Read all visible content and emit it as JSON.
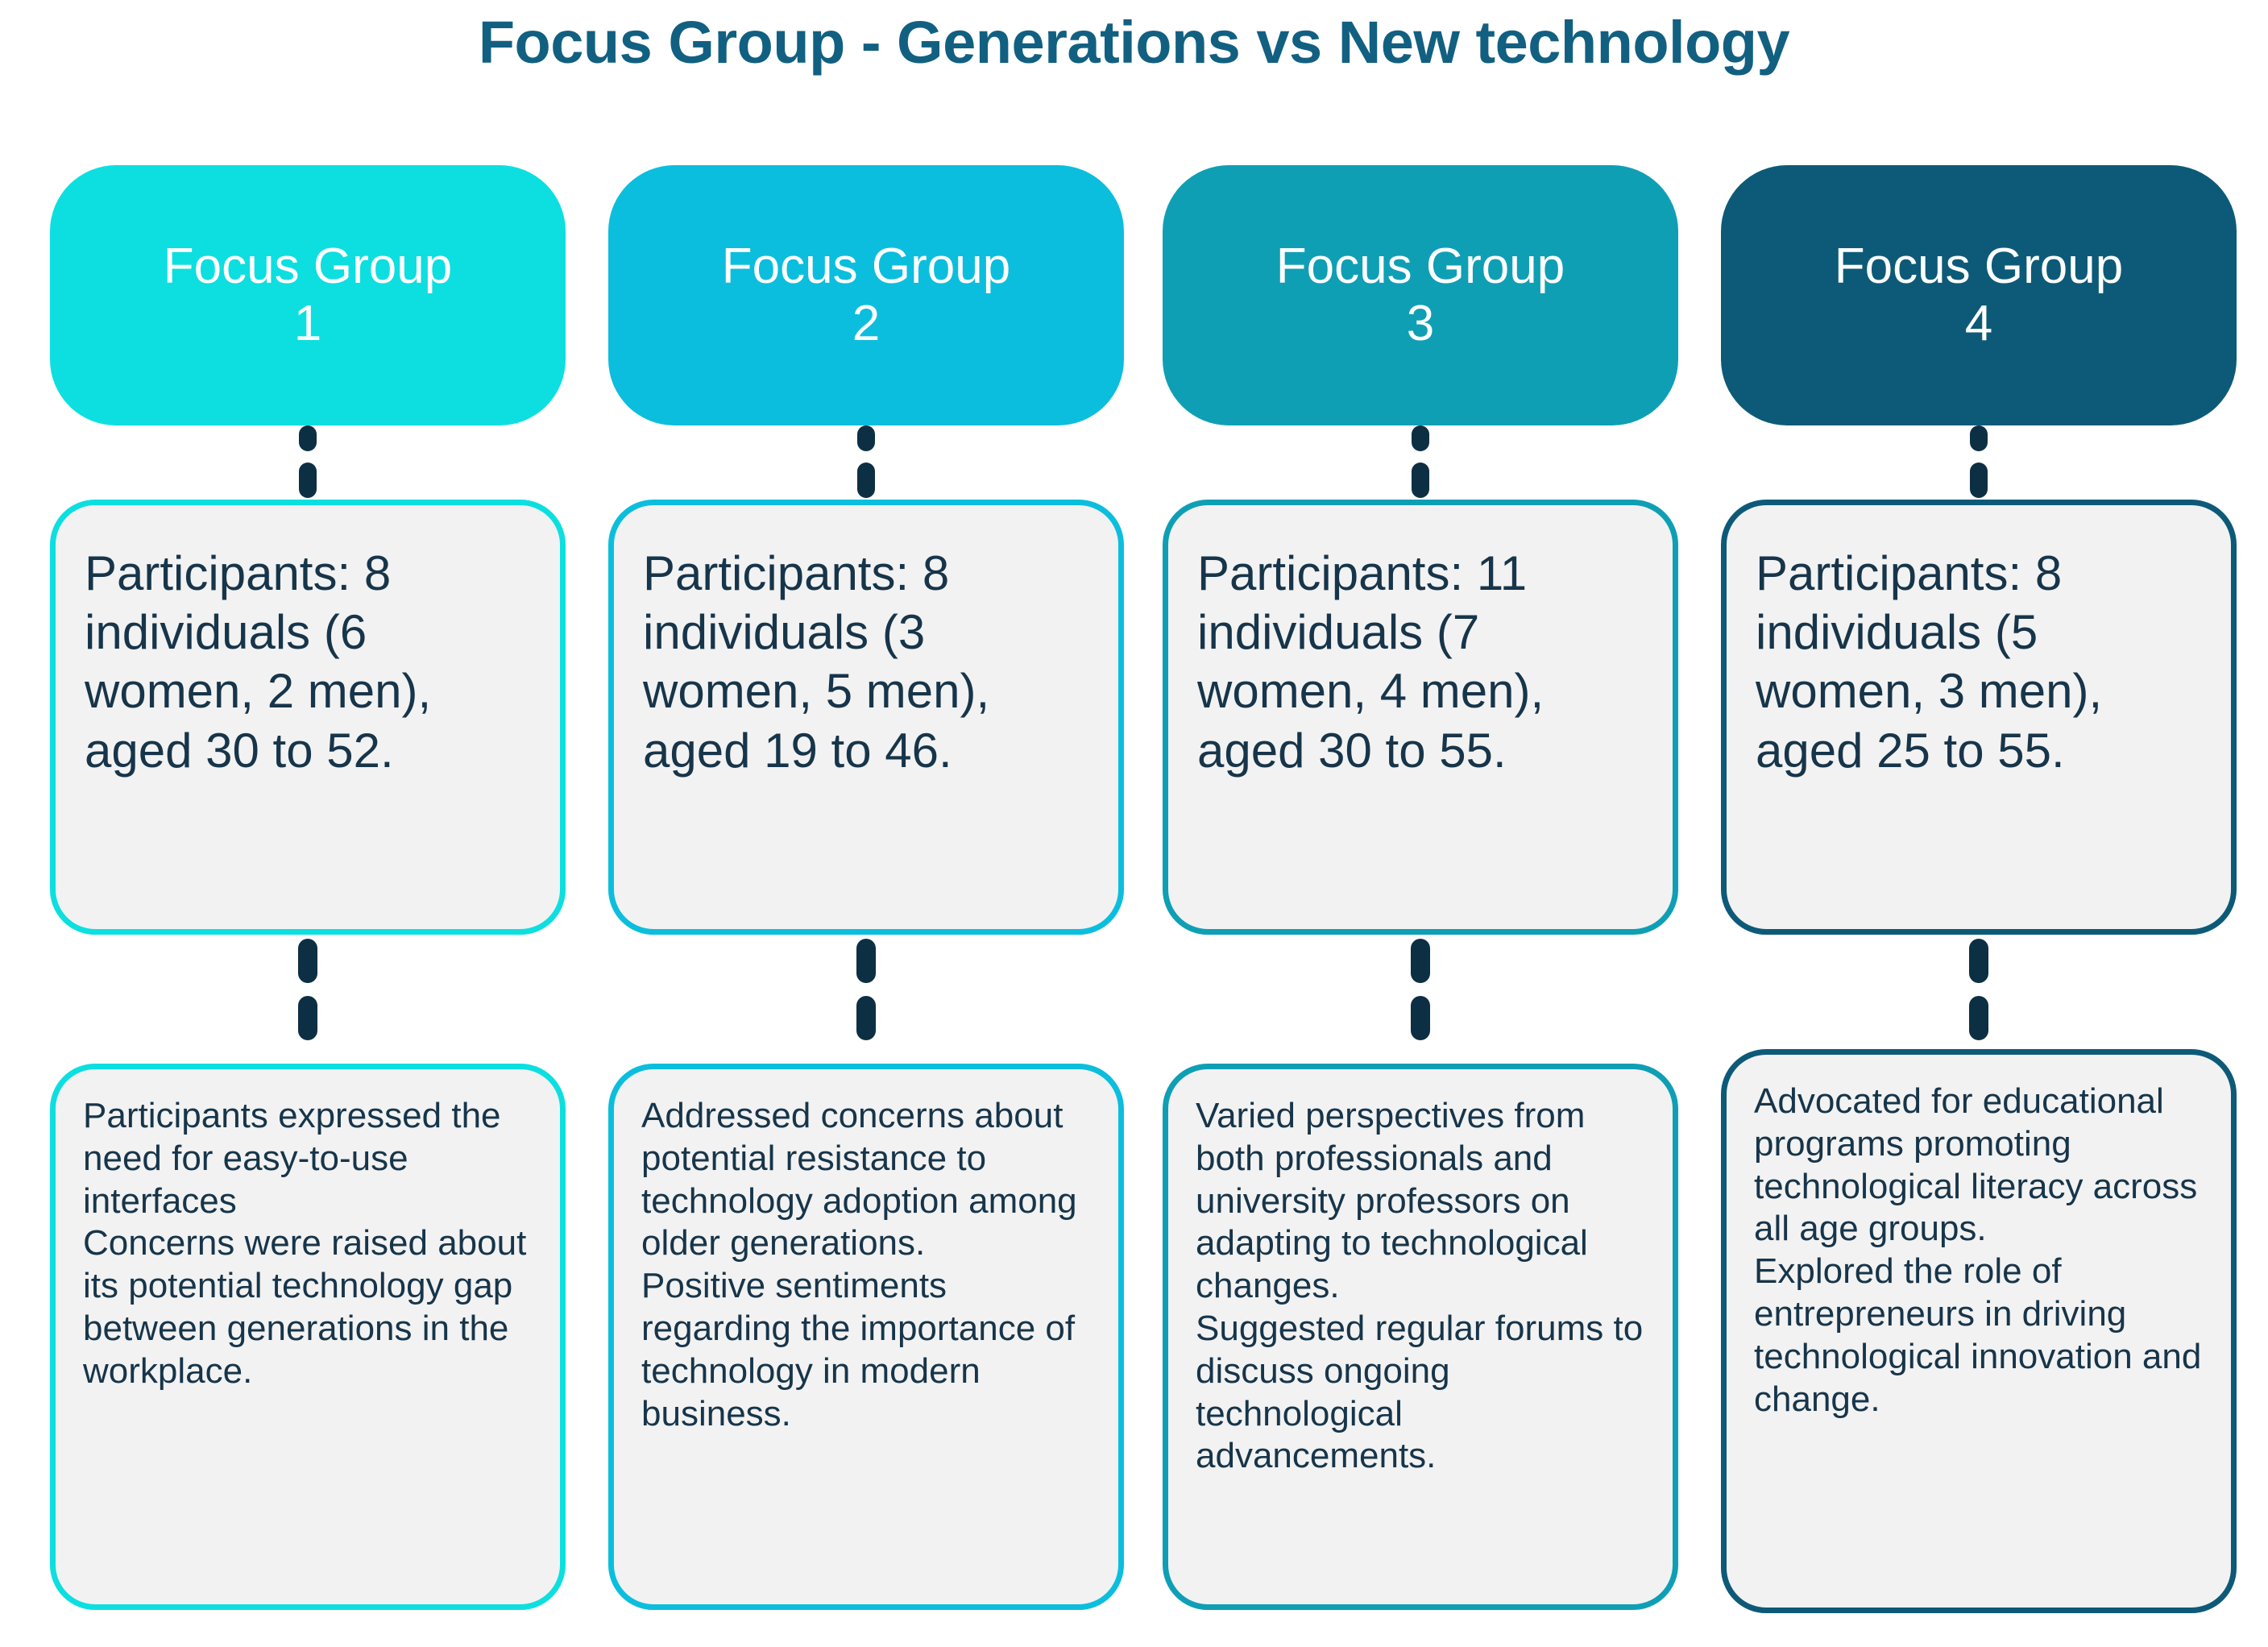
{
  "page": {
    "title": "Focus Group - Generations vs New technology",
    "title_color": "#126081",
    "background": "#ffffff",
    "card_fill": "#f2f2f2",
    "body_text_color": "#17354a",
    "connector_color": "#0d2f44"
  },
  "columns": [
    {
      "header_label": "Focus Group",
      "header_number": "1",
      "accent_color": "#0ddfe0",
      "participants": "Participants: 8 individuals (6 women, 2 men), aged 30 to 52.",
      "findings": [
        "Participants expressed the need for easy-to-use interfaces",
        "Concerns were raised about its potential technology gap between generations in the workplace."
      ]
    },
    {
      "header_label": "Focus Group",
      "header_number": "2",
      "accent_color": "#0cbedd",
      "participants": "Participants: 8 individuals (3 women, 5 men), aged 19 to 46.",
      "findings": [
        "Addressed concerns about potential resistance to technology adoption among older generations.",
        "Positive sentiments regarding the importance of technology in modern business."
      ]
    },
    {
      "header_label": "Focus Group",
      "header_number": "3",
      "accent_color": "#0f9fb5",
      "participants": "Participants: 11 individuals (7 women, 4 men), aged 30 to 55.",
      "findings": [
        "Varied perspectives from both professionals and university professors on adapting to technological changes.",
        "Suggested regular forums to discuss ongoing technological advancements."
      ]
    },
    {
      "header_label": "Focus Group",
      "header_number": "4",
      "accent_color": "#0d5a78",
      "participants": "Participants: 8 individuals (5 women, 3 men), aged 25 to 55.",
      "findings": [
        "Advocated for educational programs promoting technological literacy across all age groups.",
        "Explored the role of entrepreneurs in driving technological innovation and change."
      ]
    }
  ]
}
